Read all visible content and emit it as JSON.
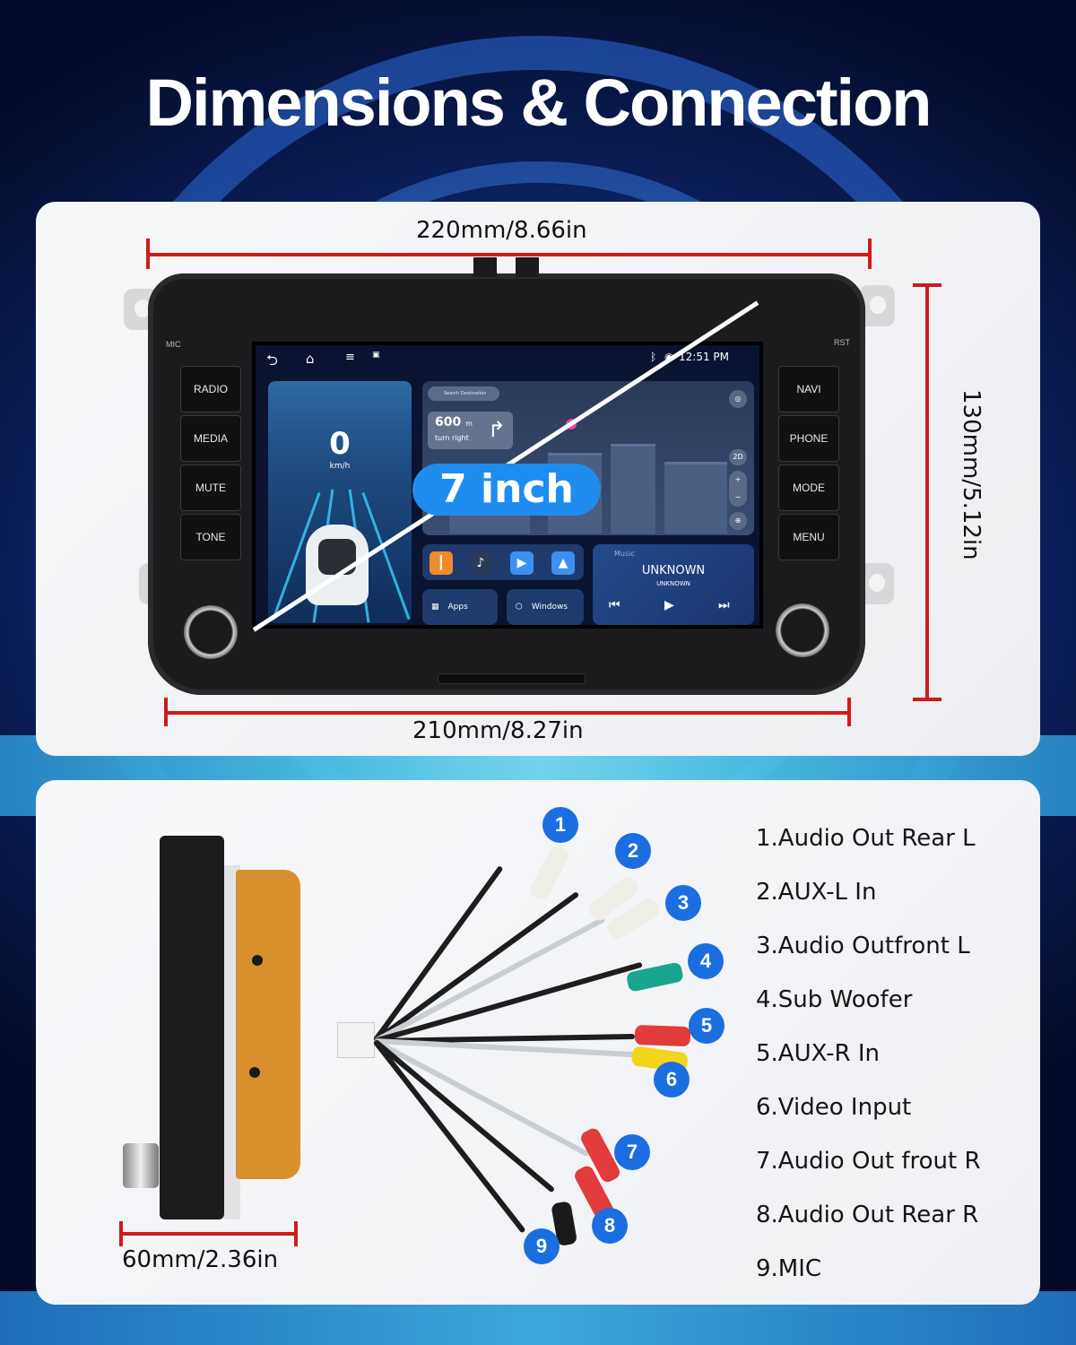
{
  "header": {
    "title": "Dimensions & Connection"
  },
  "dimensions": {
    "width_top": "220mm/8.66in",
    "width_bottom": "210mm/8.27in",
    "height": "130mm/5.12in",
    "depth": "60mm/2.36in",
    "screen_size_badge": "7 inch",
    "accent_color": "#d01a1a",
    "badge_color": "#1f8cf0"
  },
  "head_unit": {
    "left_label": "MIC",
    "right_label": "RST",
    "left_buttons": [
      "RADIO",
      "MEDIA",
      "MUTE",
      "TONE"
    ],
    "right_buttons": [
      "NAVI",
      "PHONE",
      "MODE",
      "MENU"
    ],
    "screen": {
      "status_time": "12:51 PM",
      "speed_value": "0",
      "speed_unit": "km/h",
      "search_placeholder": "Search Destination",
      "nav_distance": "600",
      "nav_distance_unit": "m",
      "nav_instruction": "turn right",
      "map_mode": "2D",
      "apps_label": "Apps",
      "windows_label": "Windows",
      "music_label": "Music",
      "music_title": "UNKNOWN",
      "music_artist": "UNKNOWN"
    }
  },
  "connections": {
    "badge_color": "#1a6ee0",
    "items": [
      {
        "num": "1",
        "label": "1.Audio Out Rear L",
        "color": "#f0efe8"
      },
      {
        "num": "2",
        "label": "2.AUX-L In",
        "color": "#f0efe8"
      },
      {
        "num": "3",
        "label": "3.Audio Outfront L",
        "color": "#f0efe8"
      },
      {
        "num": "4",
        "label": "4.Sub Woofer",
        "color": "#1aa58f"
      },
      {
        "num": "5",
        "label": "5.AUX-R In",
        "color": "#e23b3b"
      },
      {
        "num": "6",
        "label": "6.Video Input",
        "color": "#f3d41c"
      },
      {
        "num": "7",
        "label": "7.Audio Out frout R",
        "color": "#e23b3b"
      },
      {
        "num": "8",
        "label": "8.Audio Out Rear R",
        "color": "#e23b3b"
      },
      {
        "num": "9",
        "label": "9.MIC",
        "color": "#1a1a1a"
      }
    ]
  }
}
